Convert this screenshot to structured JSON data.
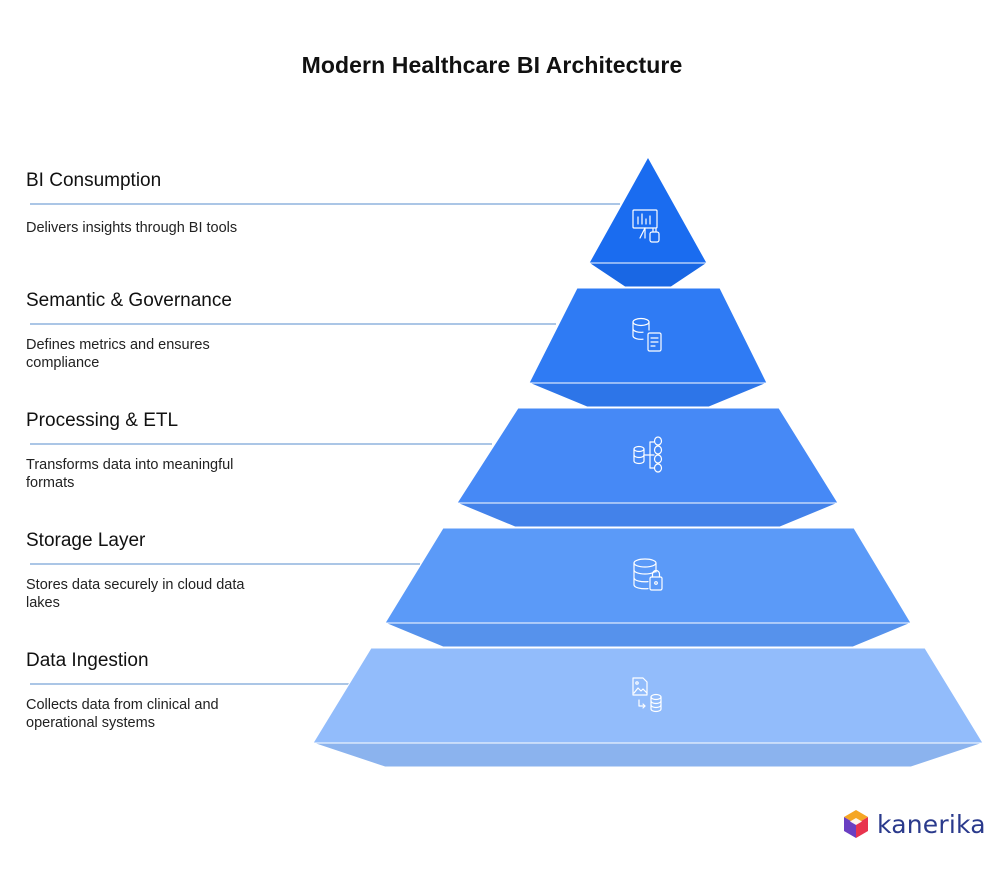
{
  "title": "Modern Healthcare BI Architecture",
  "layers": [
    {
      "title": "BI Consumption",
      "description": "Delivers insights through BI tools",
      "icon": "dashboard-chart-icon",
      "color": "#1a6cf0"
    },
    {
      "title": "Semantic & Governance",
      "description": "Defines metrics and ensures compliance",
      "icon": "database-document-icon",
      "color": "#2f7bf4"
    },
    {
      "title": "Processing & ETL",
      "description": "Transforms data into meaningful formats",
      "icon": "database-flow-icon",
      "color": "#4689f6"
    },
    {
      "title": "Storage Layer",
      "description": "Stores data securely in cloud data lakes",
      "icon": "database-lock-icon",
      "color": "#5b9af8"
    },
    {
      "title": "Data Ingestion",
      "description": "Collects data from clinical and operational systems",
      "icon": "image-to-database-icon",
      "color": "#92bcfb"
    }
  ],
  "brand": {
    "name": "kanerika"
  }
}
